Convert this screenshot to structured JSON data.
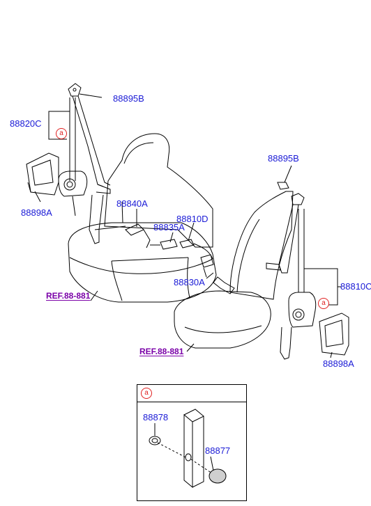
{
  "labels": {
    "p88895b_top": "88895B",
    "p88820c": "88820C",
    "p88898a_left": "88898A",
    "p88840a": "88840A",
    "p88835a": "88835A",
    "p88810d": "88810D",
    "p88830a": "88830A",
    "p88895b_right": "88895B",
    "p88810c": "88810C",
    "p88898a_right": "88898A",
    "ref_upper": "REF.88-881",
    "ref_lower": "REF.88-881",
    "p88878": "88878",
    "p88877": "88877"
  },
  "callouts": {
    "marker": "a",
    "detail_marker": "a"
  },
  "colors": {
    "part_label": "#1a1ad6",
    "reference_label": "#7a00a8",
    "callout": "#e02020",
    "line": "#000000"
  }
}
